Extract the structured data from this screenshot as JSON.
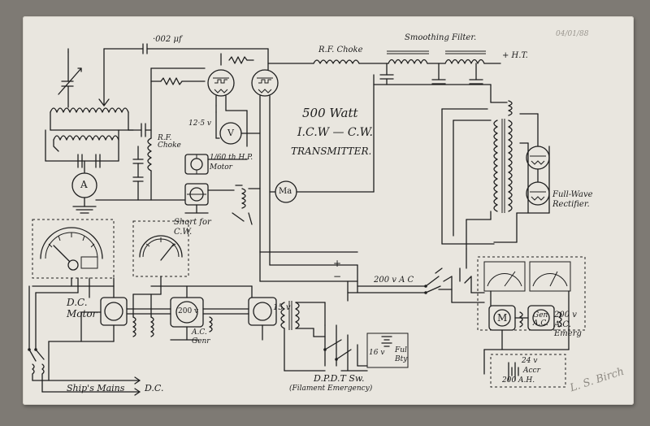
{
  "labels": {
    "cap_rating": "·002 μf",
    "rf_choke_top": "R.F. Choke",
    "smoothing_filter": "Smoothing Filter.",
    "ht": "+ H.T.",
    "pencil_number": "04/01/88",
    "title_line1": "500 Watt",
    "title_line2": "I.C.W — C.W.",
    "title_line3": "TRANSMITTER.",
    "filament_volts": "12·5 v",
    "voltmeter": "V",
    "ammeter": "A",
    "milliammeter": "Ma",
    "rf_choke_left": "R.F. Choke",
    "motor_fraction": "1/60 th H.P.",
    "motor_word": "Motor",
    "short_for_cw": "Short for C.W.",
    "fullwave_rectifier": "Full-Wave Rectifier.",
    "dc_motor": "D.C. Motor",
    "ac_genr_volts": "200 v",
    "ac_genr": "A.C. Genr",
    "fifteen_v": "15 v",
    "plus_sign": "+",
    "minus_sign": "−",
    "ac_200": "200 v A C",
    "dpdt": "D.P.D.T Sw.",
    "filament_emergency": "(Filament Emergency)",
    "sixteen_v": "16 v",
    "battery_label": "Ful Bty",
    "ships_mains": "Ship's Mains",
    "dc": "D.C.",
    "emerg_m": "M",
    "emerg_gen": "Gen A.C.",
    "emerg_200v": "200 v A.C. Emerg",
    "accr_24": "24 v",
    "accr": "Accr",
    "accr_ah": "200 A.H.",
    "signature": "L. S. Birch"
  },
  "colors": {
    "background": "#7e7a74",
    "paper": "#e9e6df",
    "ink": "#1e1e1e",
    "pencil": "#9a968f"
  }
}
